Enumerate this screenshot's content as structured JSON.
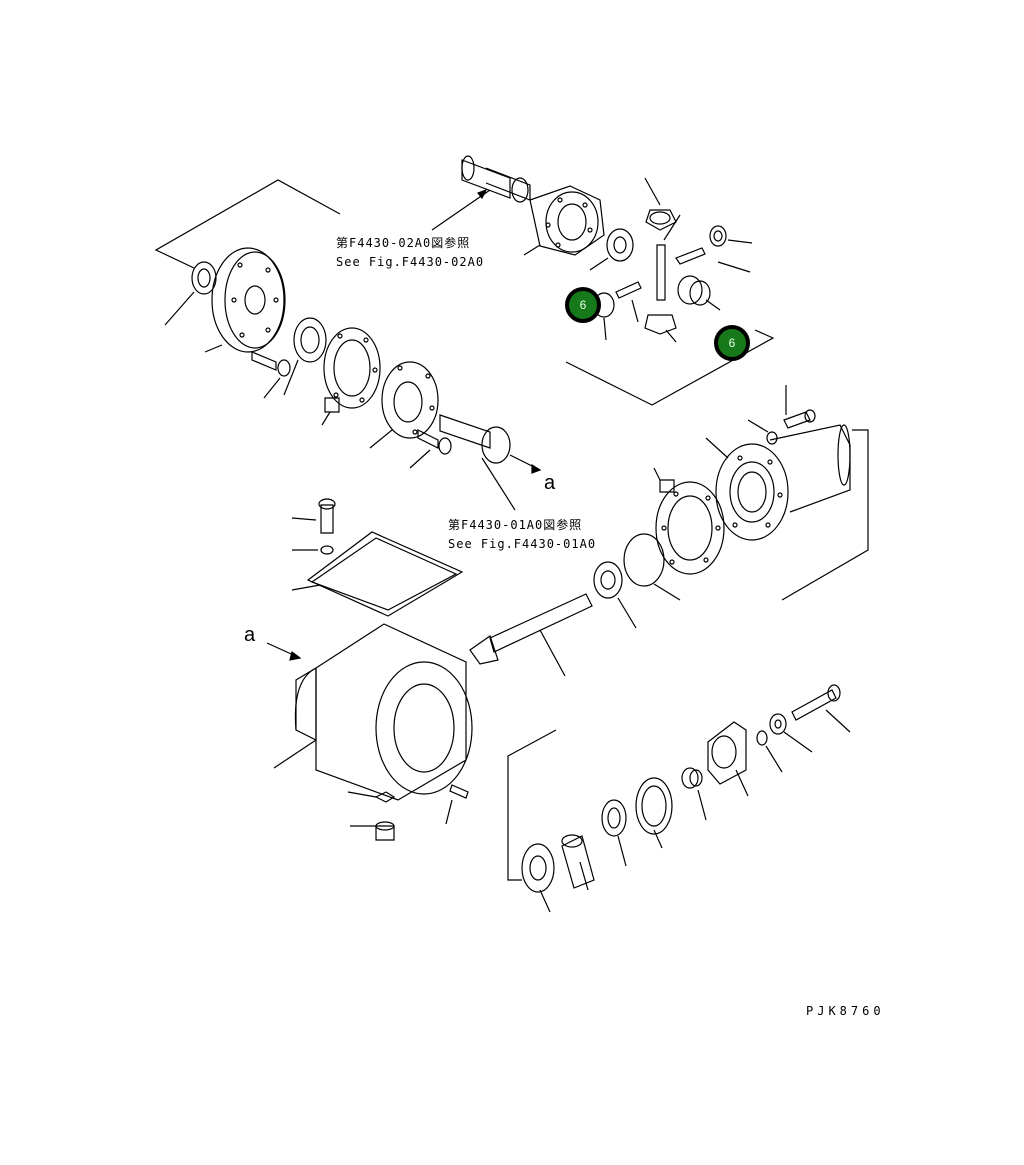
{
  "diagram": {
    "drawing_code": "PJK8760",
    "references": [
      {
        "jp": "第F4430-02A0図参照",
        "en": "See Fig.F4430-02A0"
      },
      {
        "jp": "第F4430-01A0図参照",
        "en": "See Fig.F4430-01A0"
      }
    ],
    "view_letter": "a",
    "callouts": [
      {
        "label": "6"
      },
      {
        "label": "6"
      }
    ],
    "colors": {
      "callout_fill": "#16791a",
      "line": "#000000"
    }
  }
}
